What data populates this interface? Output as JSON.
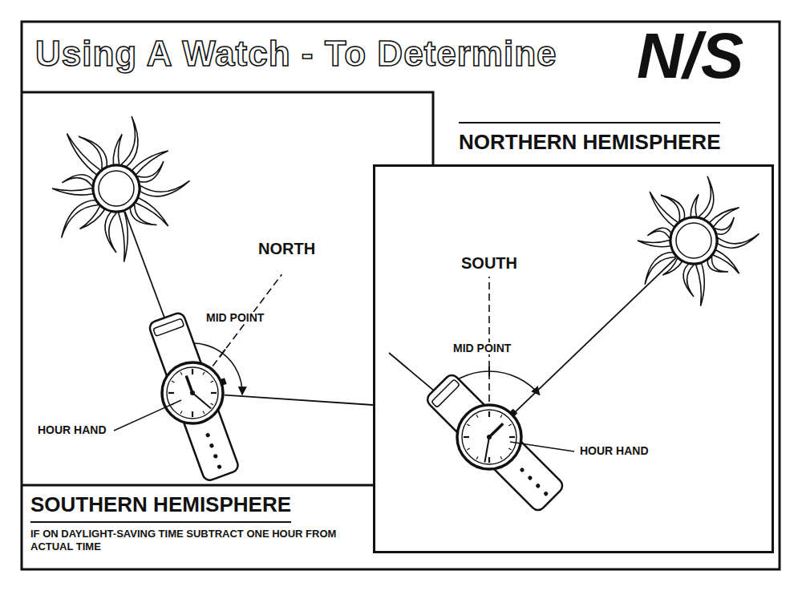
{
  "diagram": {
    "title": "Using A Watch - To Determine",
    "nodes": [
      {
        "text": [
          "SOUTHERN HEMISPHERE",
          "IF ON DAYLIGHT-SAVING TIME SUBTRACT ONE HOUR FROM ACTUAL TIME"
        ]
      },
      {
        "text": [
          "NORTHERN HEMISPHERE"
        ]
      }
    ],
    "labels": [
      "N/S",
      "NORTH",
      "MID POINT",
      "HOUR HAND",
      "SOUTH",
      "MID POINT",
      "HOUR HAND"
    ]
  }
}
